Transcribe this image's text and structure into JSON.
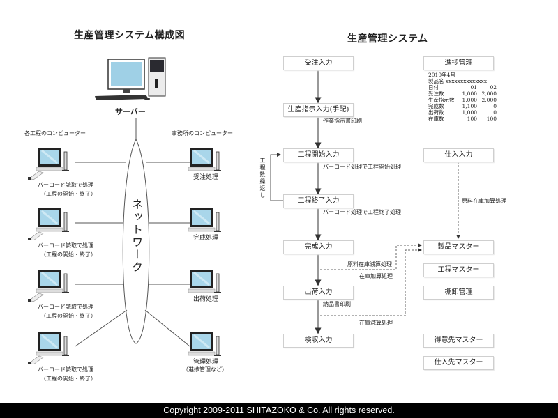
{
  "left_diagram": {
    "title": "生産管理システム構成図",
    "server_label": "サーバー",
    "network_label": "ネットワーク",
    "factory_group_label": "各工程のコンピューター",
    "office_group_label": "事務所のコンピューター",
    "factory_pcs": [
      {
        "line1": "バーコード読取で処理",
        "line2": "（工程の開始・終了）"
      },
      {
        "line1": "バーコード読取で処理",
        "line2": "（工程の開始・終了）"
      },
      {
        "line1": "バーコード読取で処理",
        "line2": "（工程の開始・終了）"
      },
      {
        "line1": "バーコード読取で処理",
        "line2": "（工程の開始・終了）"
      }
    ],
    "office_pcs": [
      {
        "line1": "受注処理",
        "line2": ""
      },
      {
        "line1": "完成処理",
        "line2": ""
      },
      {
        "line1": "出荷処理",
        "line2": ""
      },
      {
        "line1": "管理処理",
        "line2": "（進捗管理など）"
      }
    ]
  },
  "right_diagram": {
    "title": "生産管理システム",
    "flow_boxes": {
      "order_input": "受注入力",
      "production_instruction": "生産指示入力(手配)",
      "process_start": "工程開始入力",
      "process_end": "工程終了入力",
      "completion_input": "完成入力",
      "shipping_input": "出荷入力",
      "inspection_input": "検収入力"
    },
    "side_boxes": {
      "progress": "進捗管理",
      "purchase_input": "仕入入力",
      "product_master": "製品マスター",
      "process_master": "工程マスター",
      "inventory": "棚卸管理",
      "customer_master": "得意先マスター",
      "supplier_master": "仕入先マスター"
    },
    "annotations": {
      "work_order_print": "作業指示書印刷",
      "barcode_start": "バーコード処理で工程開始処理",
      "barcode_end": "バーコード処理で工程終了処理",
      "loop_label": "工程数繰返し",
      "raw_material_add": "原料在庫加算処理",
      "raw_material_sub": "原料在庫減算処理",
      "stock_add": "在庫加算処理",
      "delivery_print": "納品書印刷",
      "stock_sub": "在庫減算処理"
    },
    "progress_table": {
      "period": "2010年4月",
      "product_label": "製品名",
      "product_value": "xxxxxxxxxxxxxx",
      "rows": [
        {
          "label": "日付",
          "v1": "01",
          "v2": "02"
        },
        {
          "label": "受注数",
          "v1": "1,000",
          "v2": "2,000"
        },
        {
          "label": "生産指示数",
          "v1": "1,000",
          "v2": "2,000"
        },
        {
          "label": "完成数",
          "v1": "1,100",
          "v2": "0"
        },
        {
          "label": "出荷数",
          "v1": "1,000",
          "v2": "0"
        },
        {
          "label": "在庫数",
          "v1": "100",
          "v2": "100"
        }
      ]
    }
  },
  "footer": {
    "copyright": "Copyright 2009-2011 SHITAZOKO & Co. All rights reserved."
  }
}
